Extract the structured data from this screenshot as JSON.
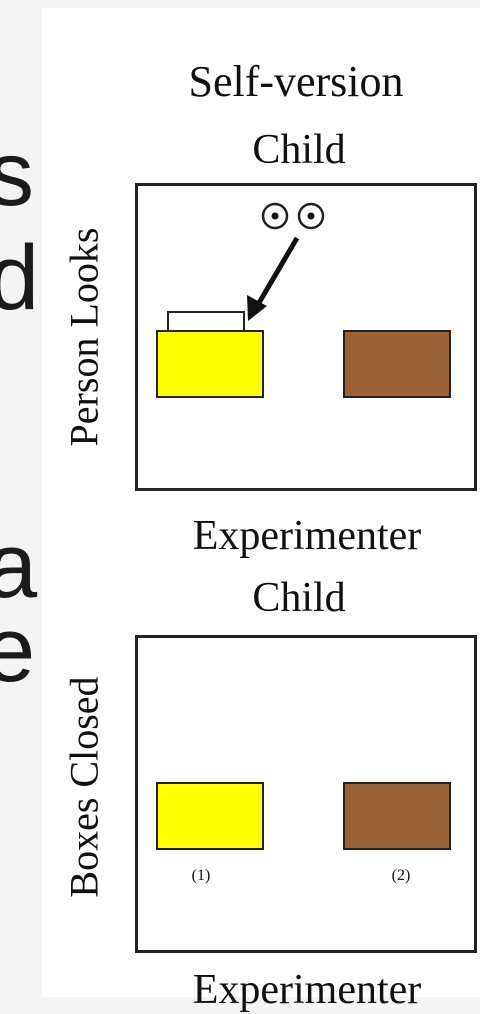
{
  "left_cutoff_glyphs": [
    "s",
    "d",
    "a",
    "e"
  ],
  "top_title": "Self-version",
  "upper": {
    "header": "Child",
    "side_label": "Person Looks",
    "footer": "Experimenter",
    "colors": {
      "left_box": "#ffff00",
      "right_box": "#9b6236"
    },
    "icon": "eyes-icon"
  },
  "lower": {
    "header": "Child",
    "side_label": "Boxes Closed",
    "footer": "Experimenter",
    "left_label": "(1)",
    "right_label": "(2)",
    "colors": {
      "left_box": "#ffff00",
      "right_box": "#9b6236"
    }
  }
}
